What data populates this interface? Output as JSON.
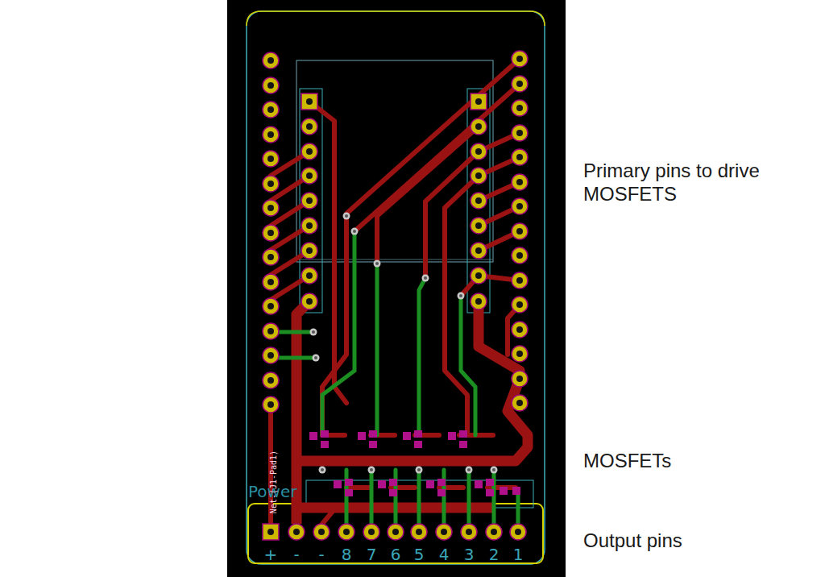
{
  "diagram": {
    "labels": [
      "Primary pins to drive MOSFETS",
      "MOSFETs",
      "Output pins",
      "Power",
      "Net-(J1-Pad1)",
      "+",
      "-",
      "-",
      "8",
      "7",
      "6",
      "5",
      "4",
      "3",
      "2",
      "1"
    ]
  }
}
